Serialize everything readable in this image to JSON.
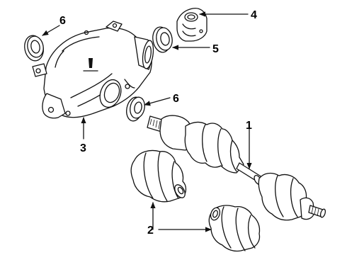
{
  "diagram": {
    "callouts": [
      {
        "id": "callout-1",
        "label": "1"
      },
      {
        "id": "callout-2",
        "label": "2"
      },
      {
        "id": "callout-3",
        "label": "3"
      },
      {
        "id": "callout-4",
        "label": "4"
      },
      {
        "id": "callout-5",
        "label": "5"
      },
      {
        "id": "callout-6-top",
        "label": "6"
      },
      {
        "id": "callout-6-mid",
        "label": "6"
      }
    ]
  },
  "colors": {
    "line": "#111111",
    "background": "#ffffff"
  }
}
